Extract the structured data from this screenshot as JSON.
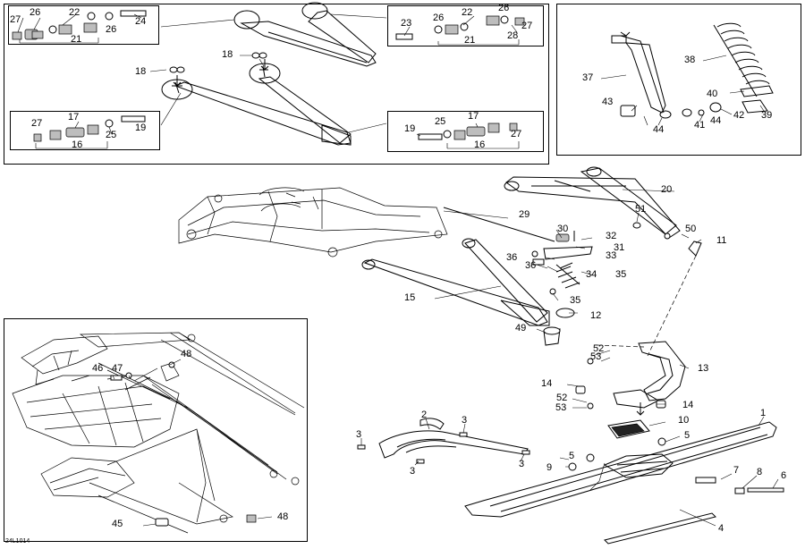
{
  "diagram_code": "24L1014",
  "callouts": {
    "c1": "1",
    "c2": "2",
    "c3a": "3",
    "c3b": "3",
    "c3c": "3",
    "c3d": "3",
    "c4": "4",
    "c5a": "5",
    "c5b": "5",
    "c6": "6",
    "c7": "7",
    "c8": "8",
    "c9": "9",
    "c10": "10",
    "c11": "11",
    "c12": "12",
    "c13": "13",
    "c14a": "14",
    "c14b": "14",
    "c15": "15",
    "c16a": "16",
    "c16b": "16",
    "c17a": "17",
    "c17b": "17",
    "c18a": "18",
    "c18b": "18",
    "c19a": "19",
    "c19b": "19",
    "c20": "20",
    "c21a": "21",
    "c21b": "21",
    "c22a": "22",
    "c22b": "22",
    "c23": "23",
    "c24": "24",
    "c25a": "25",
    "c25b": "25",
    "c26a": "26",
    "c26b": "26",
    "c26c": "26",
    "c26d": "26",
    "c27a": "27",
    "c27b": "27",
    "c27c": "27",
    "c27d": "27",
    "c28": "28",
    "c29": "29",
    "c30": "30",
    "c31": "31",
    "c32": "32",
    "c33": "33",
    "c34": "34",
    "c35a": "35",
    "c35b": "35",
    "c36a": "36",
    "c36b": "36",
    "c37": "37",
    "c38": "38",
    "c39": "39",
    "c40": "40",
    "c41": "41",
    "c42": "42",
    "c43": "43",
    "c44a": "44",
    "c44b": "44",
    "c45": "45",
    "c46": "46",
    "c47": "47",
    "c48a": "48",
    "c48b": "48",
    "c49": "49",
    "c50": "50",
    "c51": "51",
    "c52a": "52",
    "c52b": "52",
    "c53a": "53",
    "c53b": "53"
  }
}
